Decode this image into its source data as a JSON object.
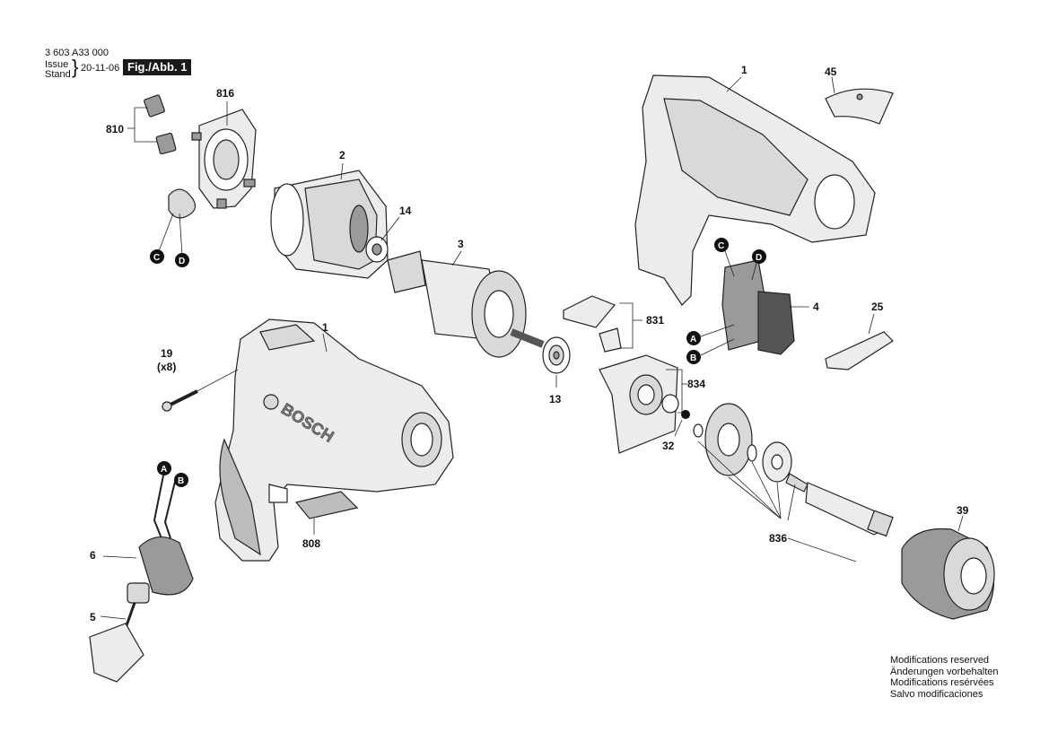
{
  "header": {
    "doc_number": "3 603 A33 000",
    "issue_label": "Issue",
    "stand_label": "Stand",
    "date": "20-11-06",
    "figure": "Fig./Abb. 1"
  },
  "notes": [
    "Modifications reserved",
    "Änderungen vorbehalten",
    "Modifications resérvées",
    "Salvo modificaciones"
  ],
  "parts": {
    "housing_right": "1",
    "housing_left": "1",
    "field": "2",
    "armature": "3",
    "switch": "4",
    "plug": "5",
    "cord": "6",
    "bearing_13": "13",
    "bearing_14": "14",
    "screw": "19",
    "screw_qty": "(x8)",
    "plate_25": "25",
    "ball_32": "32",
    "chuck": "39",
    "cover_45": "45",
    "label_808": "808",
    "brush_810": "810",
    "brush_holder_816": "816",
    "lever_831": "831",
    "bearing_plate_834": "834",
    "spindle_set_836": "836"
  },
  "markers": {
    "A": "A",
    "B": "B",
    "C": "C",
    "D": "D"
  },
  "brand": "BOSCH"
}
